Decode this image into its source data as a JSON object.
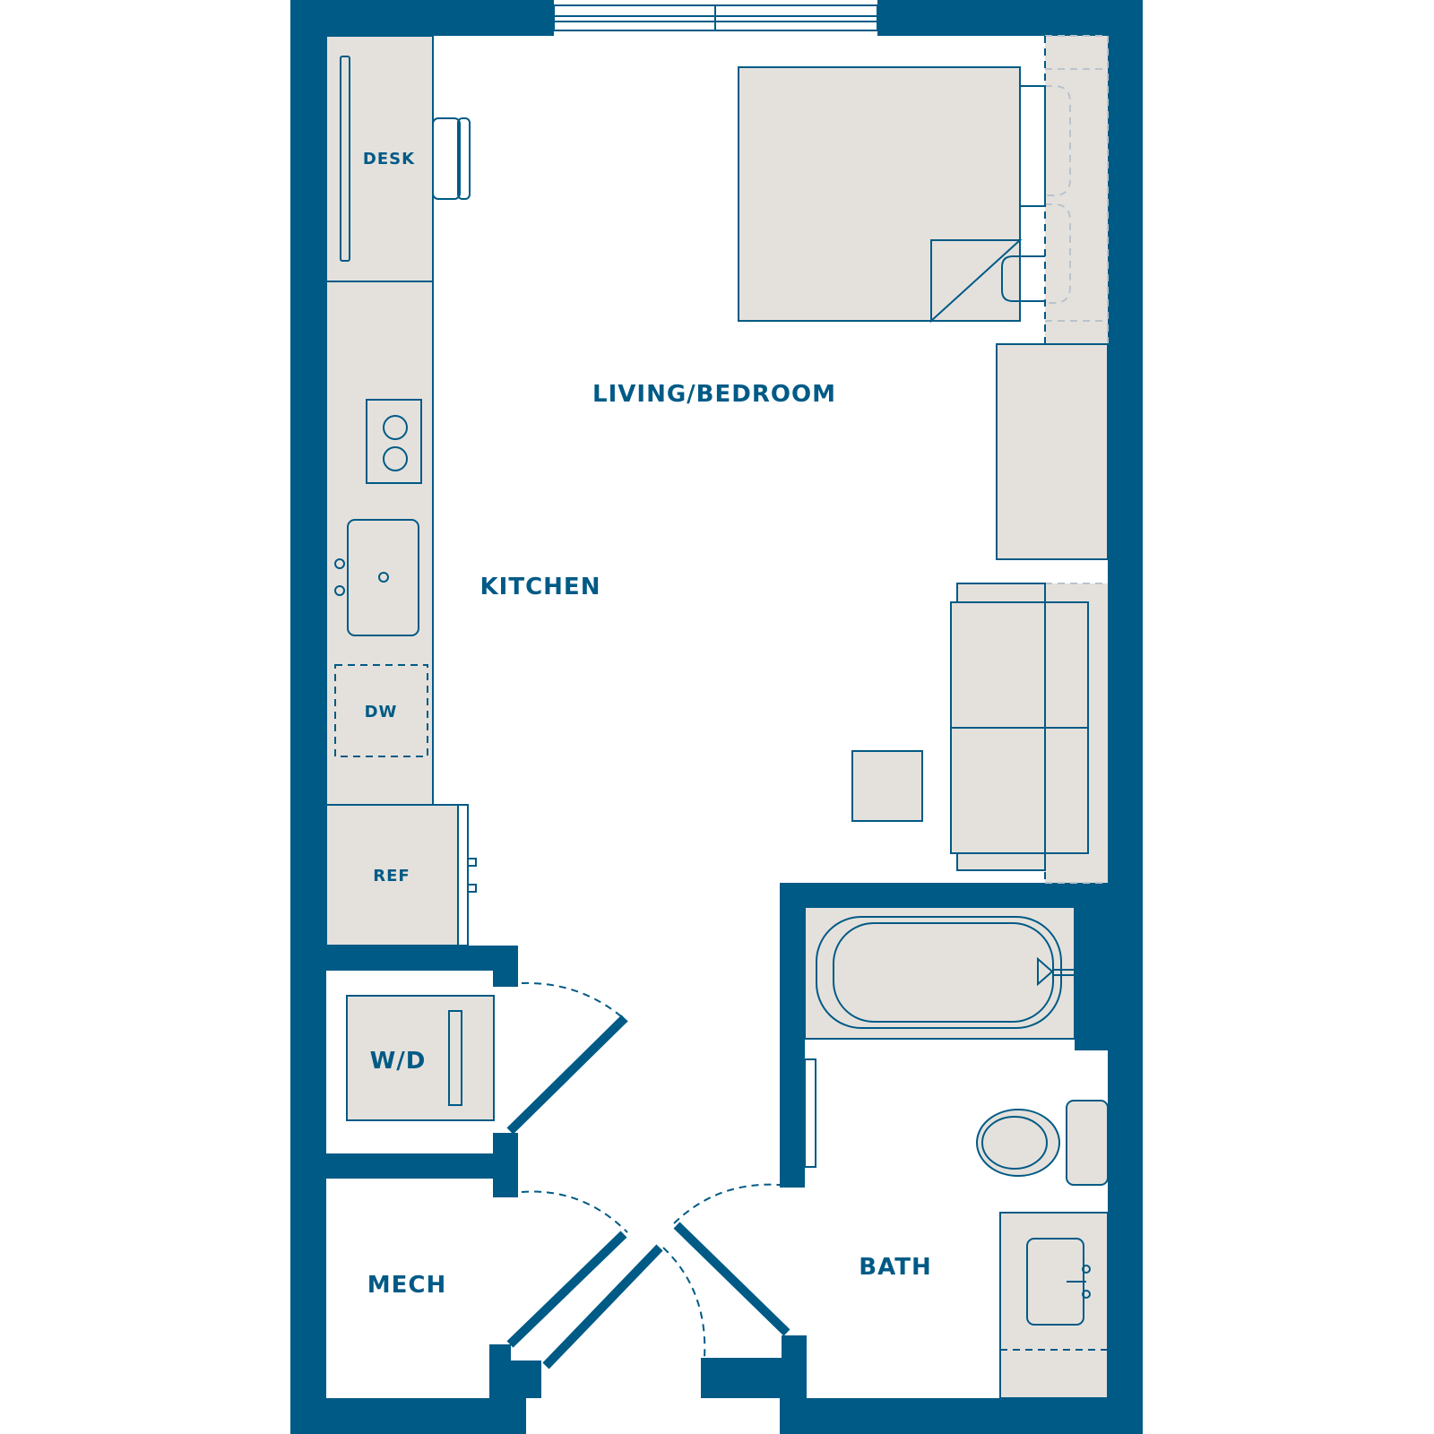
{
  "colors": {
    "wall": "#005a86",
    "fixture_fill": "#e4e1dc",
    "background": "#ffffff"
  },
  "rooms": {
    "living_bedroom": "LIVING/BEDROOM",
    "kitchen": "KITCHEN",
    "bath": "BATH",
    "mech": "MECH"
  },
  "fixtures": {
    "desk": "DESK",
    "dishwasher": "DW",
    "refrigerator": "REF",
    "washer_dryer": "W/D"
  }
}
